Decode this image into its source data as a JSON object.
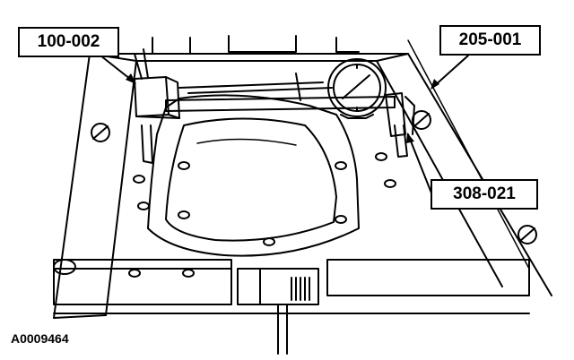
{
  "callouts": {
    "upper_left": "100-002",
    "upper_right": "205-001",
    "right_middle": "308-021"
  },
  "figure_id": "A0009464",
  "colors": {
    "ink": "#000000",
    "paper": "#ffffff"
  }
}
